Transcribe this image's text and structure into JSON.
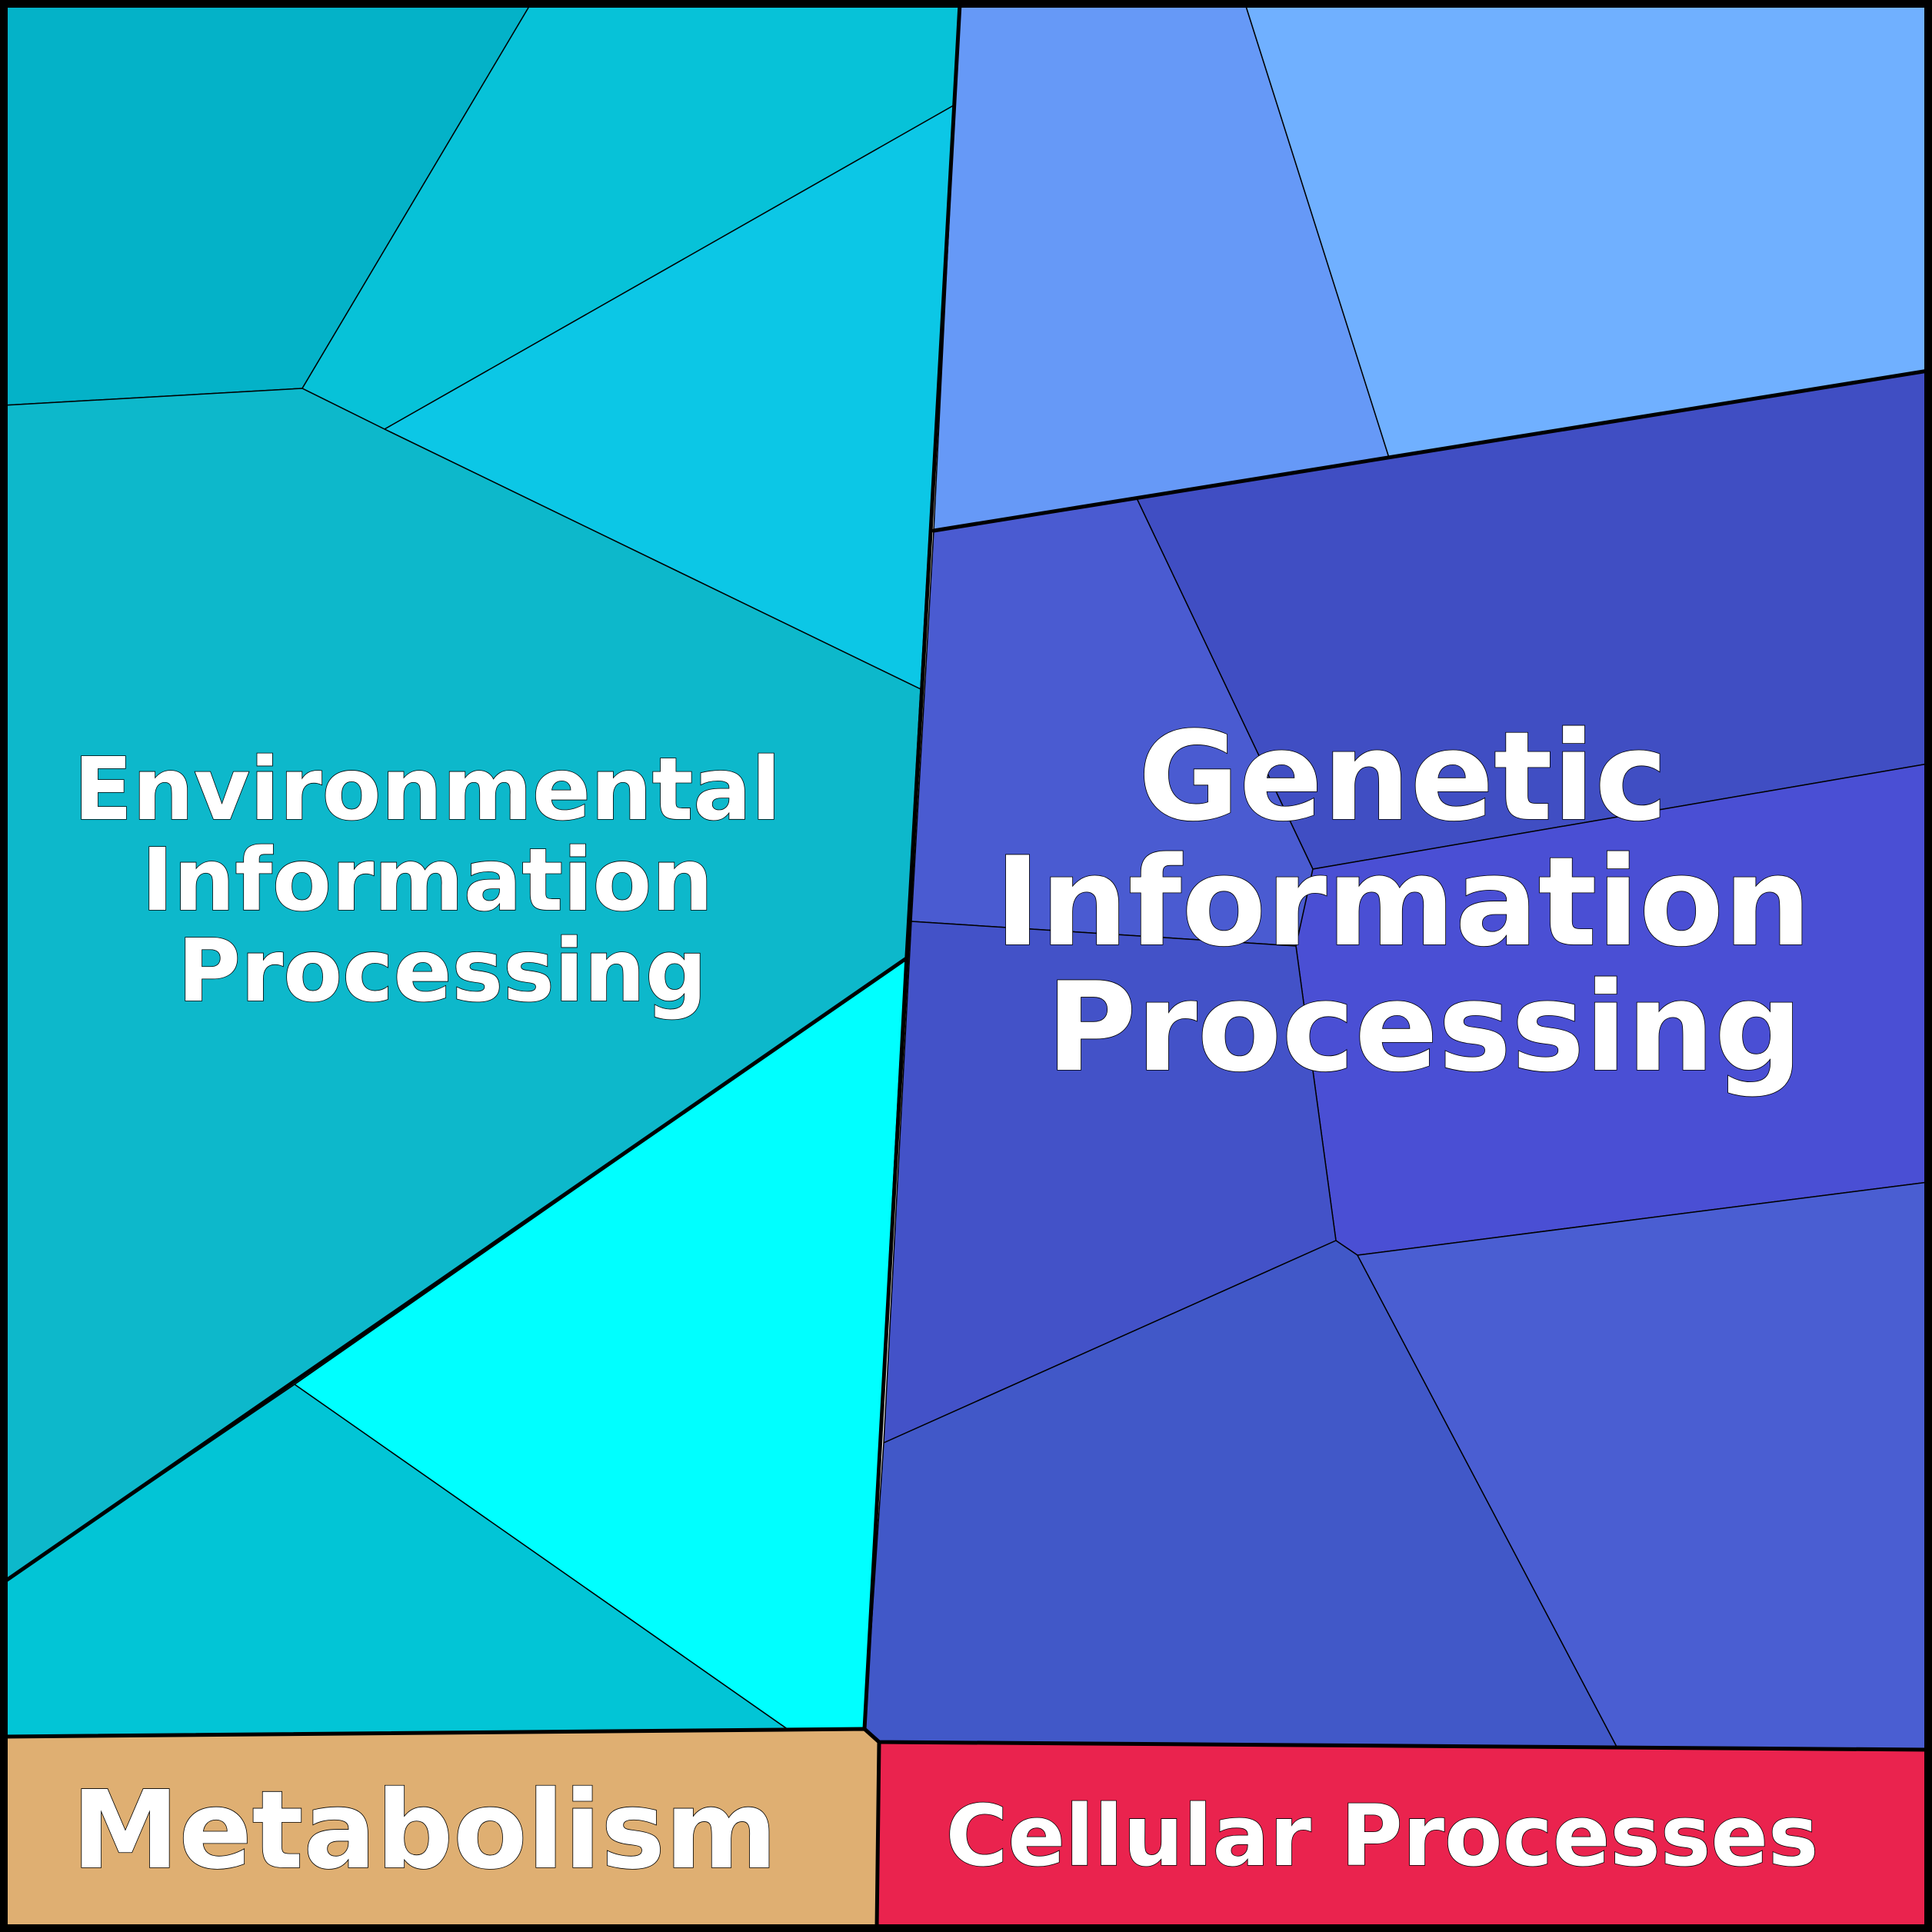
{
  "regions": {
    "environmental": {
      "label_lines": [
        "Environmental",
        "Information",
        "Processing"
      ],
      "colors": [
        "#04B2C8",
        "#07C2D8",
        "#0CC7E6",
        "#0DB8CB",
        "#00FFFF",
        "#02C5D6"
      ]
    },
    "genetic": {
      "label_lines": [
        "Genetic",
        "Information",
        "Processing"
      ],
      "colors": [
        "#6699F7",
        "#70B0FF",
        "#404EC3",
        "#4A5BD1",
        "#4A4FD4",
        "#4352C8",
        "#4158C8",
        "#4A5ED2"
      ]
    },
    "metabolism": {
      "label": "Metabolism",
      "color": "#DFAF72"
    },
    "cellular": {
      "label": "Cellular Processes",
      "color": "#EA234E"
    }
  }
}
